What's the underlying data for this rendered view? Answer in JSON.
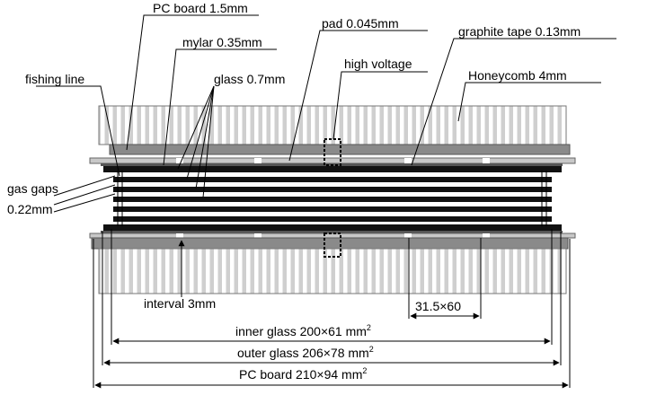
{
  "labels": {
    "pc_board_thickness": "PC board 1.5mm",
    "mylar": "mylar 0.35mm",
    "pad": "pad 0.045mm",
    "graphite_tape": "graphite tape 0.13mm",
    "fishing_line": "fishing line",
    "glass": "glass 0.7mm",
    "high_voltage": "high voltage",
    "honeycomb": "Honeycomb 4mm",
    "gas_gaps_line1": "gas gaps",
    "gas_gaps_line2": "0.22mm",
    "interval": "interval 3mm",
    "pad_size": "31.5×60",
    "inner_glass": "inner glass 200×61 mm",
    "outer_glass": "outer glass 206×78 mm",
    "pc_board_size": "PC board 210×94 mm",
    "squared": "2"
  },
  "colors": {
    "honeycomb_fill": "#cfcfcf",
    "honeycomb_cell": "#ffffff",
    "pc_board": "#8a8a8a",
    "glass": "#111111",
    "mylar": "#bdbdbd",
    "line": "#000000"
  }
}
